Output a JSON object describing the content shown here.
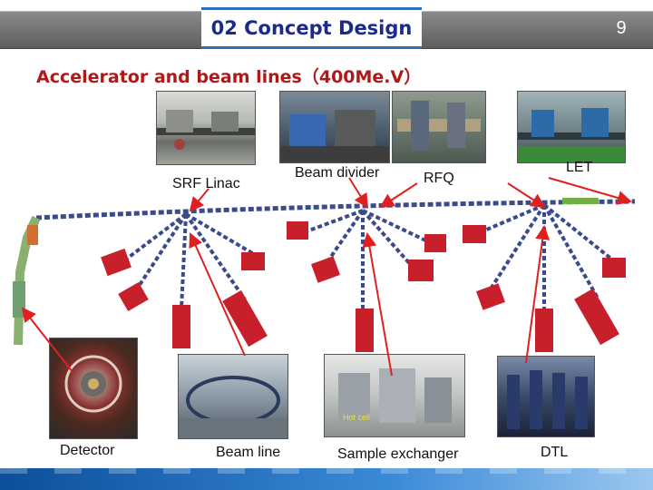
{
  "header": {
    "title": "02 Concept Design",
    "page_number": "9"
  },
  "subtitle": "Accelerator and beam lines（400Me.V）",
  "labels": {
    "srf_linac": "SRF Linac",
    "beam_divider": "Beam divider",
    "rfq": "RFQ",
    "let": "LET",
    "detector": "Detector",
    "beam_line": "Beam line",
    "sample_exchanger": "Sample exchanger",
    "dtl": "DTL"
  },
  "colors": {
    "title": "#1b2a8c",
    "subtitle": "#b01919",
    "arrow": "#e02020",
    "accent": "#2f6fb8",
    "station": "#c8202a",
    "beam_pipe": "#3a4a8a"
  },
  "icons": [
    "detector-photo",
    "beam-line-photo",
    "sample-exchanger-photo",
    "dtl-photo",
    "srf-linac-photo",
    "beam-divider-photo",
    "rfq-photo",
    "let-photo"
  ]
}
